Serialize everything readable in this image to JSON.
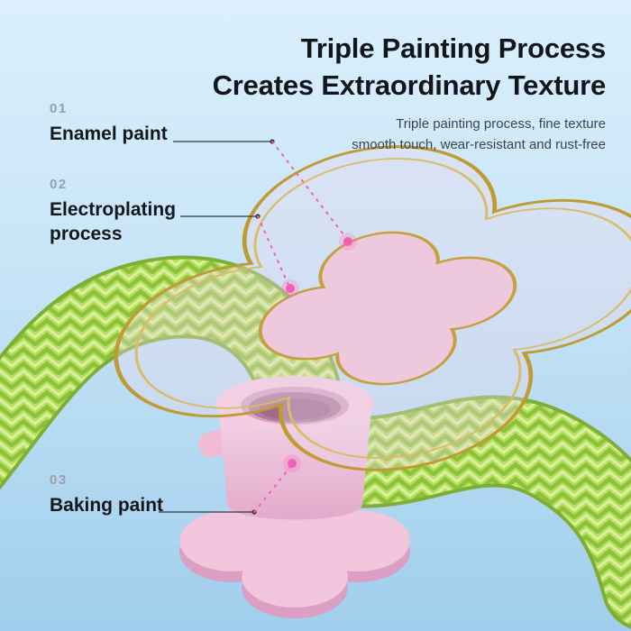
{
  "header": {
    "title_line1": "Triple Painting Process",
    "title_line2": "Creates Extraordinary Texture",
    "subtitle_line1": "Triple painting process, fine texture",
    "subtitle_line2": "smooth touch, wear-resistant and rust-free"
  },
  "callouts": [
    {
      "number": "01",
      "label": "Enamel paint"
    },
    {
      "number": "02",
      "label_lines": [
        "Electroplating",
        "process"
      ]
    },
    {
      "number": "03",
      "label": "Baking paint"
    }
  ],
  "product": {
    "part_1": "gold electroplated flower ornament",
    "part_2": "pink flower-shaped connector housing",
    "part_3": "green braided cable"
  },
  "colors": {
    "accent_pink": "#f45fb5",
    "cable_green": "#b6df5a",
    "cable_green_dark": "#8cc13c",
    "gold": "#c4a03f",
    "part_pink": "#f2c8dc",
    "sky_top": "#dbf0fc",
    "sky_bottom": "#a3cfec",
    "headline_text": "#12161c"
  }
}
